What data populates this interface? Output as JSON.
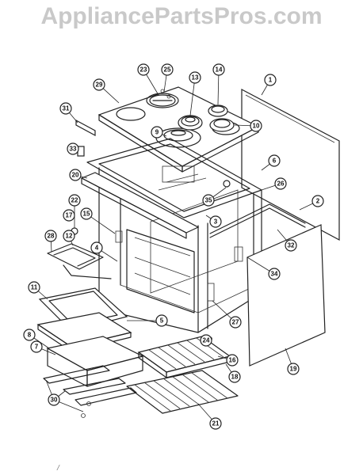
{
  "watermark": "AppliancePartsPros.com",
  "footer_mark": "/",
  "callouts": [
    "1",
    "2",
    "3",
    "4",
    "5",
    "6",
    "7",
    "8",
    "9",
    "10",
    "11",
    "12",
    "13",
    "14",
    "15",
    "16",
    "17",
    "18",
    "19",
    "20",
    "21",
    "22",
    "23",
    "24",
    "25",
    "26",
    "27",
    "28",
    "29",
    "30",
    "31",
    "32",
    "33",
    "34",
    "35"
  ]
}
